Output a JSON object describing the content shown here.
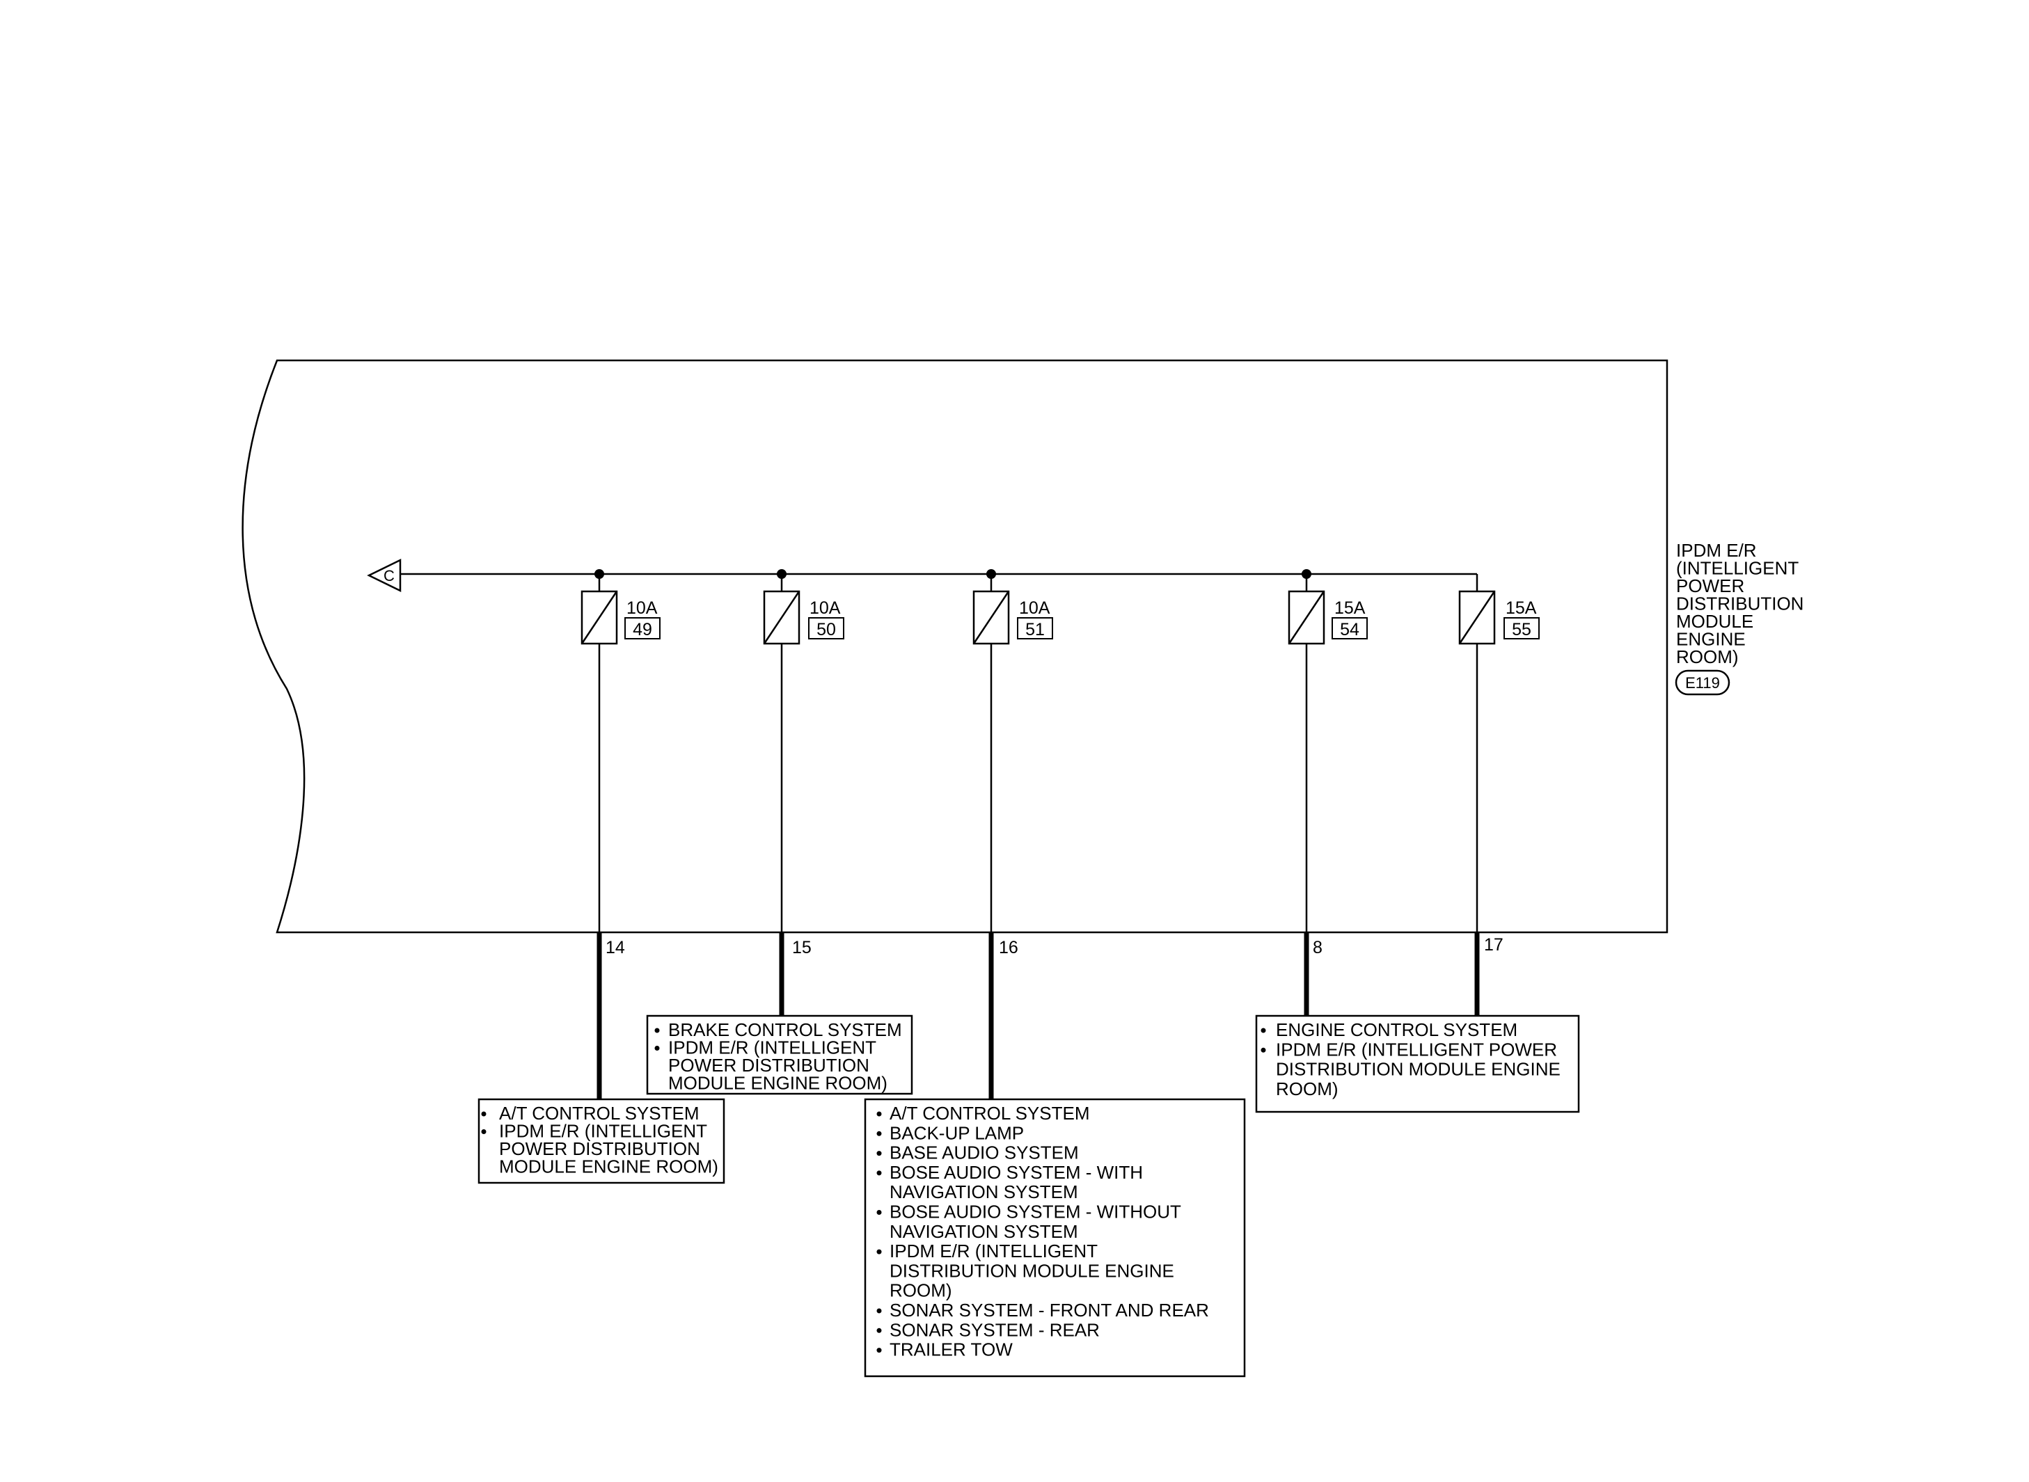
{
  "module": {
    "label_lines": [
      "IPDM E/R",
      "(INTELLIGENT",
      "POWER",
      "DISTRIBUTION",
      "MODULE",
      "ENGINE",
      "ROOM)"
    ],
    "connector": "E119",
    "connector_ref": "C"
  },
  "fuses": [
    {
      "rating": "10A",
      "number": "49",
      "terminal": "14"
    },
    {
      "rating": "10A",
      "number": "50",
      "terminal": "15"
    },
    {
      "rating": "10A",
      "number": "51",
      "terminal": "16"
    },
    {
      "rating": "15A",
      "number": "54",
      "terminal": "8"
    },
    {
      "rating": "15A",
      "number": "55",
      "terminal": "17"
    }
  ],
  "destinations": [
    {
      "id": "at",
      "items": [
        [
          "A/T CONTROL SYSTEM"
        ],
        [
          "IPDM E/R (INTELLIGENT",
          "POWER DISTRIBUTION",
          "MODULE ENGINE ROOM)"
        ]
      ]
    },
    {
      "id": "brake",
      "items": [
        [
          "BRAKE CONTROL SYSTEM"
        ],
        [
          "IPDM E/R (INTELLIGENT",
          "POWER DISTRIBUTION",
          "MODULE ENGINE ROOM)"
        ]
      ]
    },
    {
      "id": "multi",
      "items": [
        [
          "A/T CONTROL SYSTEM"
        ],
        [
          "BACK-UP LAMP"
        ],
        [
          "BASE AUDIO SYSTEM"
        ],
        [
          "BOSE AUDIO SYSTEM - WITH",
          "NAVIGATION SYSTEM"
        ],
        [
          "BOSE AUDIO SYSTEM - WITHOUT",
          "NAVIGATION SYSTEM"
        ],
        [
          "IPDM E/R (INTELLIGENT",
          "DISTRIBUTION MODULE ENGINE",
          "ROOM)"
        ],
        [
          "SONAR SYSTEM - FRONT AND REAR"
        ],
        [
          "SONAR SYSTEM - REAR"
        ],
        [
          "TRAILER TOW"
        ]
      ]
    },
    {
      "id": "engine",
      "items": [
        [
          "ENGINE CONTROL SYSTEM"
        ],
        [
          "IPDM E/R (INTELLIGENT POWER",
          "DISTRIBUTION MODULE ENGINE",
          "ROOM)"
        ]
      ]
    }
  ]
}
